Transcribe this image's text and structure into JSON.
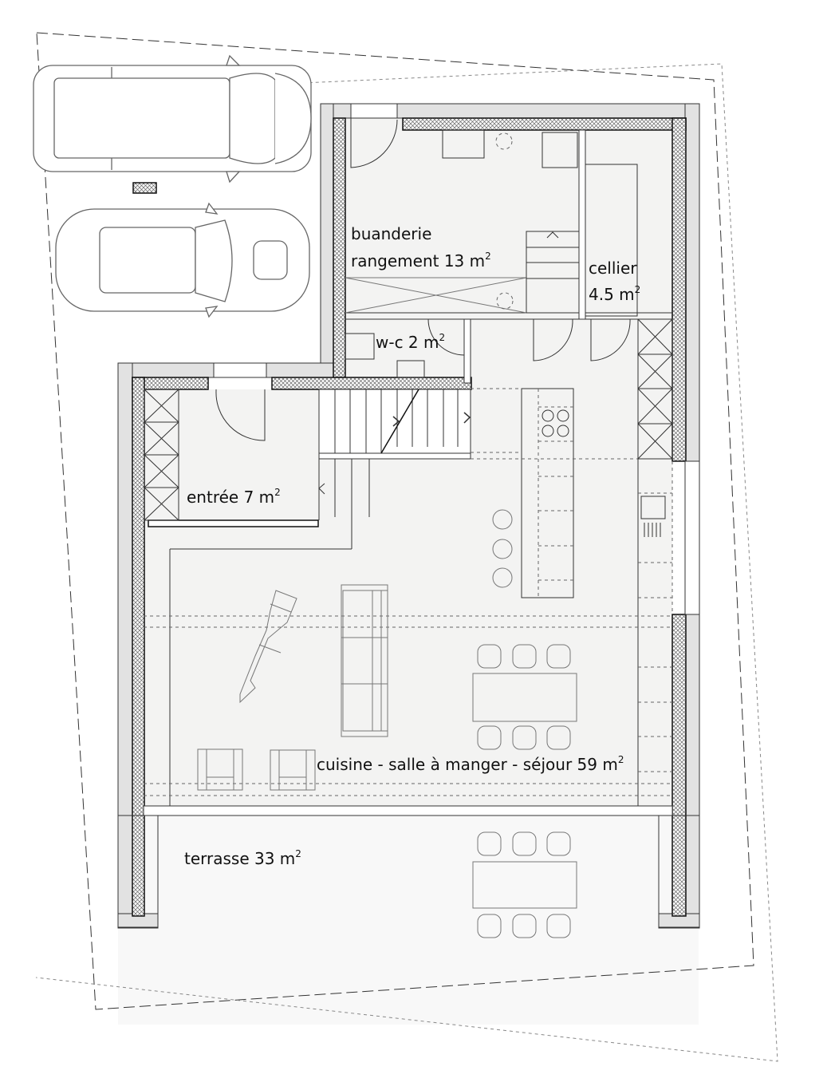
{
  "plan": {
    "rooms": [
      {
        "id": "buanderie",
        "line1": "buanderie",
        "line2": "rangement 13 m",
        "sup": "2"
      },
      {
        "id": "cellier",
        "line1": "cellier",
        "line2": "4.5 m",
        "sup": "2"
      },
      {
        "id": "wc",
        "line1": "w-c 2 m",
        "sup": "2"
      },
      {
        "id": "entree",
        "line1": "entrée 7 m",
        "sup": "2"
      },
      {
        "id": "sejour",
        "line1": "cuisine - salle à manger - séjour 59 m",
        "sup": "2"
      },
      {
        "id": "terrasse",
        "line1": "terrasse 33 m",
        "sup": "2"
      }
    ],
    "elements": {
      "parking_cars": 2,
      "dining_chairs_indoor": 6,
      "dining_chairs_terrace": 6,
      "bar_stools": 3,
      "cooktop_burners": 4,
      "armchairs": 2
    },
    "colors": {
      "floor": "#f3f3f2",
      "cladding": "#e2e2e2",
      "terrace": "#f8f8f8",
      "line": "#111111"
    }
  }
}
